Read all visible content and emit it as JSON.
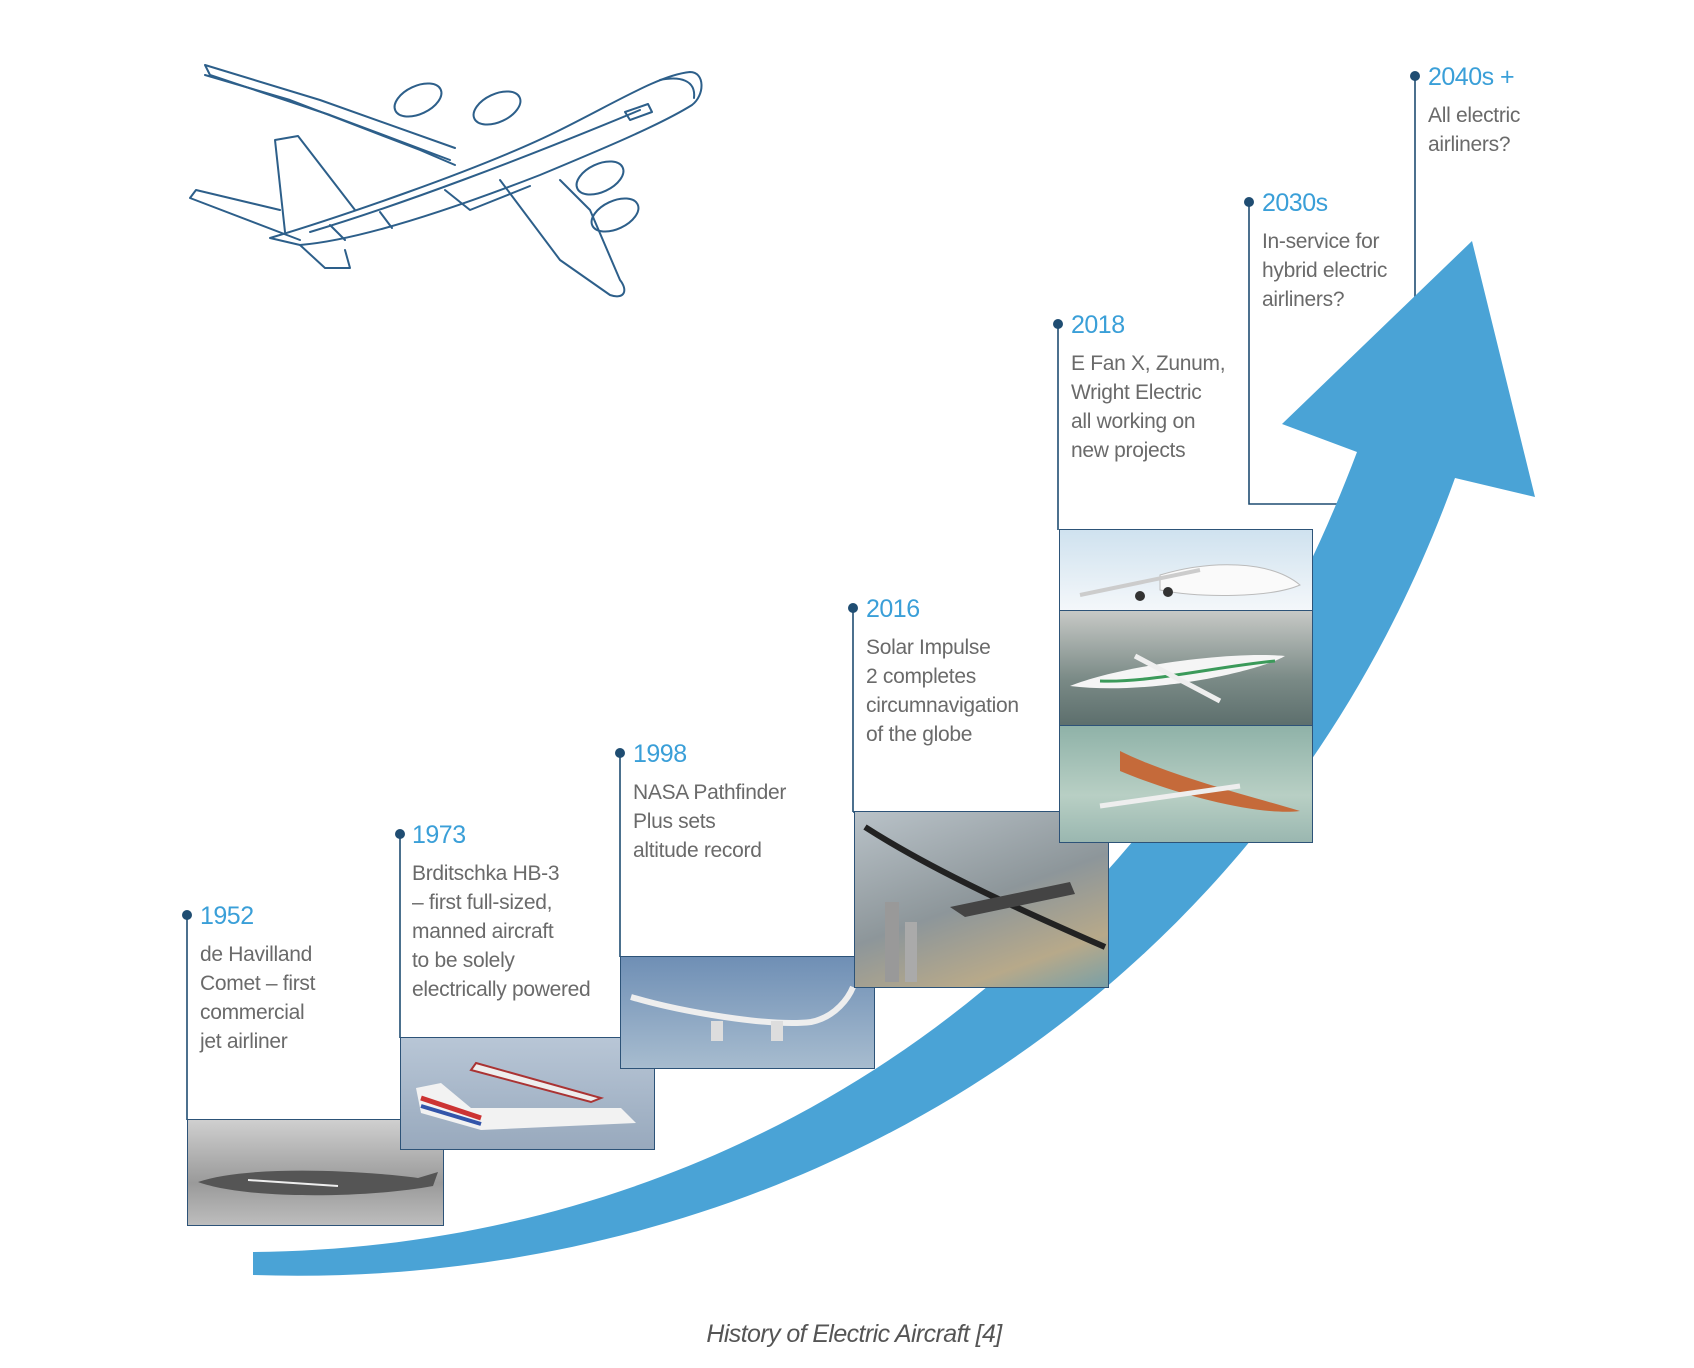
{
  "colors": {
    "accent": "#3a9fd8",
    "arrow": "#4aa3d6",
    "line": "#1f4d72",
    "text": "#6a6a6a"
  },
  "illustration": "airliner-outline-sketch",
  "milestones": [
    {
      "year": "1952",
      "lines": [
        "de Havilland",
        "Comet – first",
        "commercial",
        "jet airliner"
      ],
      "photo": "de-havilland-comet-photo"
    },
    {
      "year": "1973",
      "lines": [
        "Brditschka HB-3",
        "– first full-sized,",
        "manned aircraft",
        "to be solely",
        "electrically powered"
      ],
      "photo": "brditschka-hb3-photo"
    },
    {
      "year": "1998",
      "lines": [
        "NASA Pathfinder",
        "Plus sets",
        "altitude record"
      ],
      "photo": "nasa-pathfinder-photo"
    },
    {
      "year": "2016",
      "lines": [
        "Solar Impulse",
        "2 completes",
        "circumnavigation",
        "of the globe"
      ],
      "photo": "solar-impulse-photo"
    },
    {
      "year": "2018",
      "lines": [
        "E Fan X, Zunum,",
        "Wright Electric",
        "all working on",
        "new projects"
      ],
      "photo": "e-fan-x-zunum-wright-photos"
    },
    {
      "year": "2030s",
      "lines": [
        "In-service for",
        "hybrid electric",
        "airliners?"
      ]
    },
    {
      "year": "2040s +",
      "lines": [
        "All electric",
        "airliners?"
      ]
    }
  ],
  "caption": "History of Electric Aircraft [4]"
}
